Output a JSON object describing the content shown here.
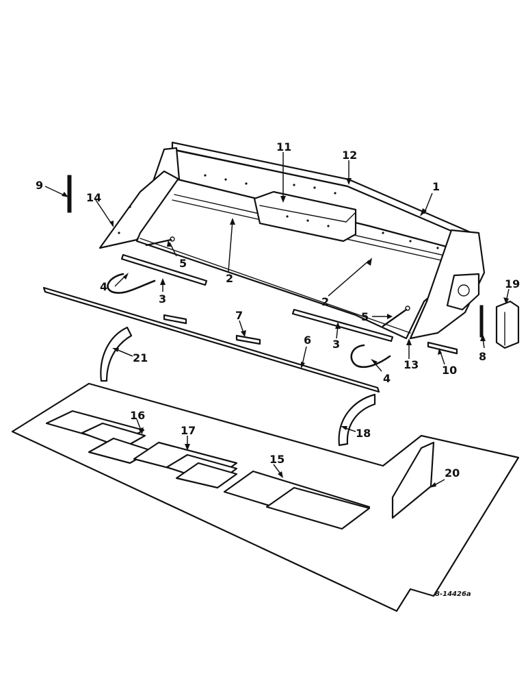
{
  "diagram": {
    "callouts": [
      {
        "id": "c1",
        "text": "1"
      },
      {
        "id": "c2a",
        "text": "2"
      },
      {
        "id": "c2b",
        "text": "2"
      },
      {
        "id": "c3a",
        "text": "3"
      },
      {
        "id": "c3b",
        "text": "3"
      },
      {
        "id": "c4a",
        "text": "4"
      },
      {
        "id": "c4b",
        "text": "4"
      },
      {
        "id": "c5a",
        "text": "5"
      },
      {
        "id": "c5b",
        "text": "5"
      },
      {
        "id": "c6",
        "text": "6"
      },
      {
        "id": "c7",
        "text": "7"
      },
      {
        "id": "c8",
        "text": "8"
      },
      {
        "id": "c9",
        "text": "9"
      },
      {
        "id": "c10",
        "text": "10"
      },
      {
        "id": "c11",
        "text": "11"
      },
      {
        "id": "c12",
        "text": "12"
      },
      {
        "id": "c13",
        "text": "13"
      },
      {
        "id": "c14",
        "text": "14"
      },
      {
        "id": "c15",
        "text": "15"
      },
      {
        "id": "c16",
        "text": "16"
      },
      {
        "id": "c17",
        "text": "17"
      },
      {
        "id": "c18",
        "text": "18"
      },
      {
        "id": "c19",
        "text": "19"
      },
      {
        "id": "c20",
        "text": "20"
      },
      {
        "id": "c21",
        "text": "21"
      }
    ],
    "drawing_code": "8-14426a"
  }
}
